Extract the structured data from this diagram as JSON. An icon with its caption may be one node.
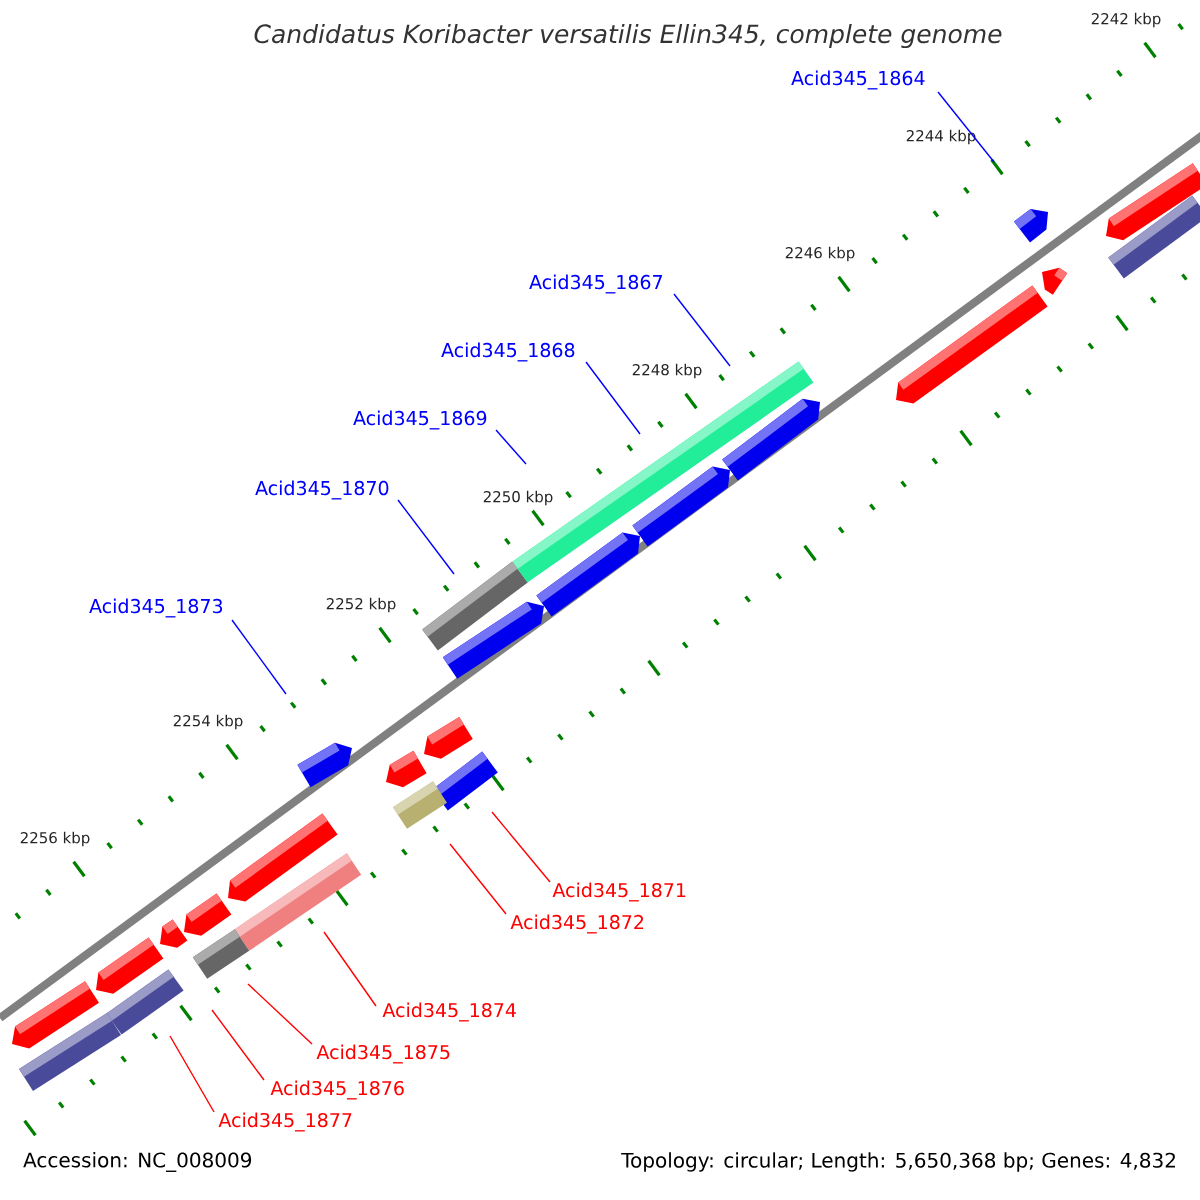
{
  "diagram": {
    "title": "Candidatus Koribacter versatilis Ellin345, complete genome",
    "nodes": [
      {
        "text": [
          "Acid345_1864"
        ]
      },
      {
        "text": [
          "Acid345_1867"
        ]
      },
      {
        "text": [
          "Acid345_1868"
        ]
      },
      {
        "text": [
          "Acid345_1869"
        ]
      },
      {
        "text": [
          "Acid345_1870"
        ]
      },
      {
        "text": [
          "Acid345_1873"
        ]
      },
      {
        "text": [
          "Acid345_1871"
        ]
      },
      {
        "text": [
          "Acid345_1872"
        ]
      },
      {
        "text": [
          "Acid345_1874"
        ]
      },
      {
        "text": [
          "Acid345_1875"
        ]
      },
      {
        "text": [
          "Acid345_1876"
        ]
      },
      {
        "text": [
          "Acid345_1877"
        ]
      }
    ],
    "edges": [
      {
        "from": 0,
        "to": null,
        "arrow": "none",
        "color": "#0000ff"
      },
      {
        "from": 1,
        "to": null,
        "arrow": "none",
        "color": "#0000ff"
      },
      {
        "from": 2,
        "to": null,
        "arrow": "none",
        "color": "#0000ff"
      },
      {
        "from": 3,
        "to": null,
        "arrow": "none",
        "color": "#0000ff"
      },
      {
        "from": 4,
        "to": null,
        "arrow": "none",
        "color": "#0000ff"
      },
      {
        "from": 5,
        "to": null,
        "arrow": "none",
        "color": "#0000ff"
      },
      {
        "from": 6,
        "to": null,
        "arrow": "none",
        "color": "#ff0000"
      },
      {
        "from": 7,
        "to": null,
        "arrow": "none",
        "color": "#ff0000"
      },
      {
        "from": 8,
        "to": null,
        "arrow": "none",
        "color": "#ff0000"
      },
      {
        "from": 9,
        "to": null,
        "arrow": "none",
        "color": "#ff0000"
      },
      {
        "from": 10,
        "to": null,
        "arrow": "none",
        "color": "#ff0000"
      },
      {
        "from": 11,
        "to": null,
        "arrow": "none",
        "color": "#ff0000"
      }
    ],
    "labels": [
      "2242 kbp",
      "2244 kbp",
      "2246 kbp",
      "2248 kbp",
      "2250 kbp",
      "2252 kbp",
      "2254 kbp",
      "2256 kbp",
      "Accession: NC_008009",
      "Topology: circular; Length: 5,650,368 bp; Genes: 4,832"
    ]
  }
}
